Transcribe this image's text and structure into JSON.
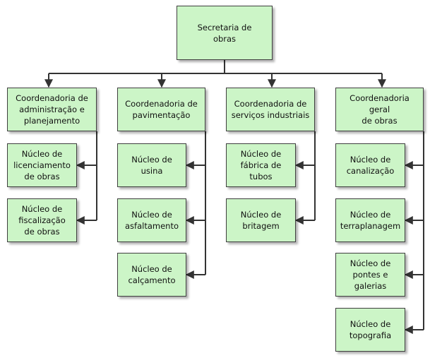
{
  "org_chart": {
    "root": "Secretaria de\nobras",
    "coordinations": [
      {
        "label": "Coordenadoria de\nadministração e\nplanejamento",
        "units": [
          "Núcleo de\nlicenciamento\nde obras",
          "Núcleo de\nfiscalização\nde obras"
        ]
      },
      {
        "label": "Coordenadoria de\npavimentação",
        "units": [
          "Núcleo de\nusina",
          "Núcleo de\nasfaltamento",
          "Núcleo de\ncalçamento"
        ]
      },
      {
        "label": "Coordenadoria de\nserviços industriais",
        "units": [
          "Núcleo de\nfábrica de\ntubos",
          "Núcleo de\nbritagem"
        ]
      },
      {
        "label": "Coordenadoria geral\nde obras",
        "units": [
          "Núcleo de\ncanalização",
          "Núcleo de\nterraplanagem",
          "Núcleo de\npontes e\ngalerias",
          "Núcleo de\ntopografia"
        ]
      }
    ]
  },
  "colors": {
    "box_fill": "#ccf5c7",
    "box_border": "#3f3f3f",
    "connector": "#333333"
  }
}
